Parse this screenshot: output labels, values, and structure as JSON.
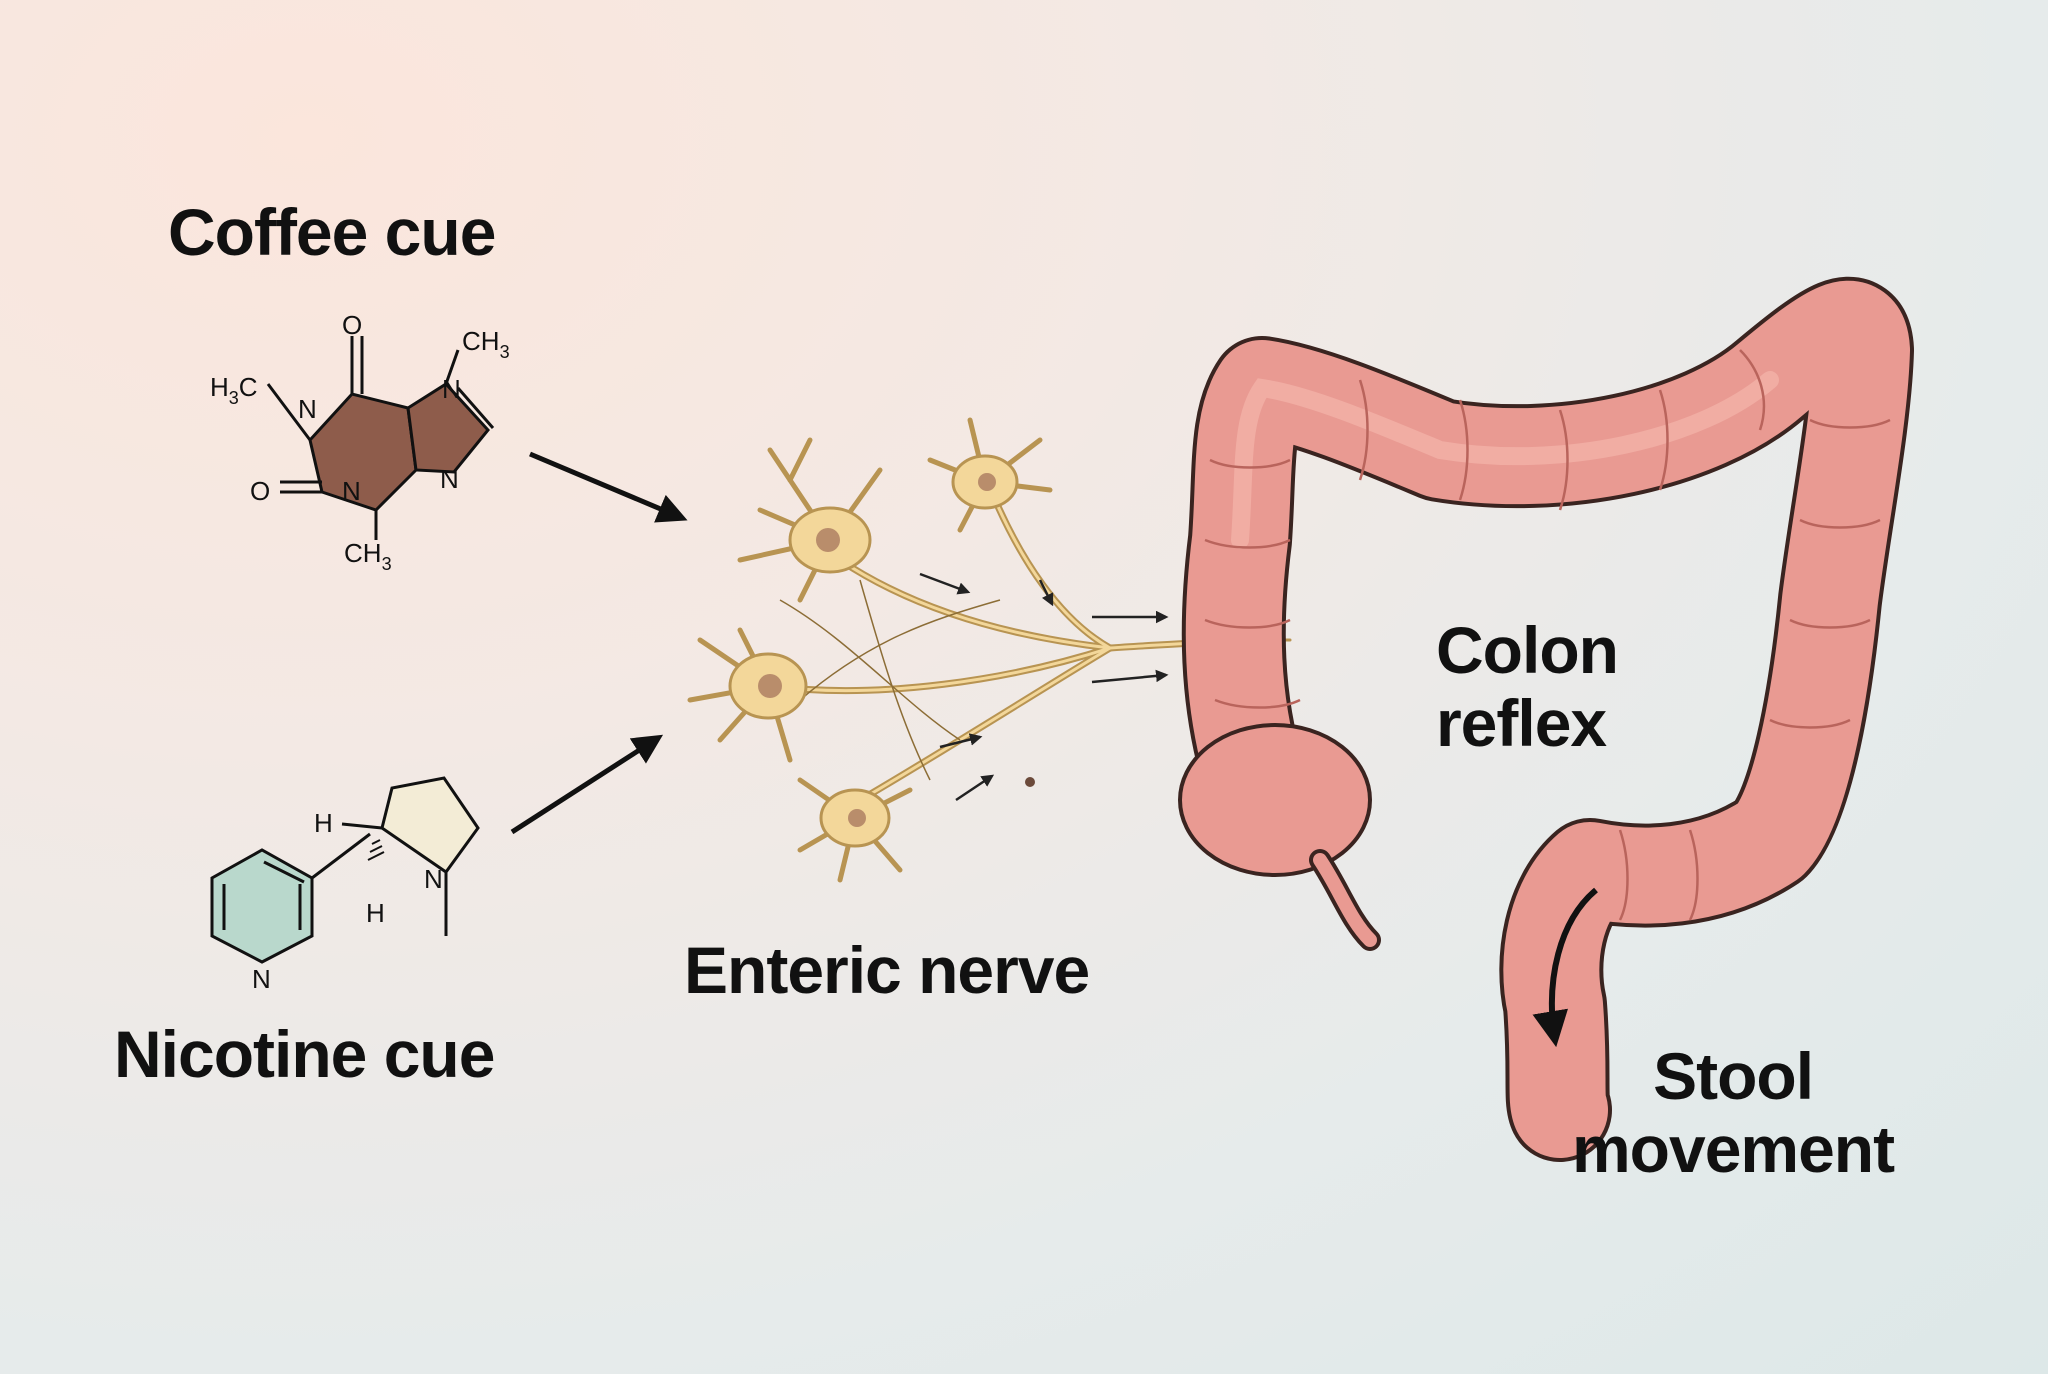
{
  "labels": {
    "coffee_cue": "Coffee cue",
    "nicotine_cue": "Nicotine cue",
    "enteric_nerve": "Enteric nerve",
    "colon_reflex_line1": "Colon",
    "colon_reflex_line2": "reflex",
    "stool_movement_line1": "Stool",
    "stool_movement_line2": "movement"
  },
  "caffeine": {
    "h3c": "H",
    "h3c_sub": "3",
    "h3c_c": "C",
    "o_top": "O",
    "o_left": "O",
    "n1": "N",
    "n3": "N",
    "n7": "N",
    "n9": "N",
    "ch3_top": "CH",
    "ch3_top_sub": "3",
    "ch3_bottom": "CH",
    "ch3_bottom_sub": "3"
  },
  "nicotine": {
    "h_top": "H",
    "h_bottom": "H",
    "n_pyrrolidine": "N",
    "n_pyridine": "N"
  },
  "colors": {
    "caffeine_fill": "#8e5c4b",
    "nicotine_pyridine_fill": "#b9d8cc",
    "nicotine_ring_fill": "#f3ecd6",
    "neuron_fill": "#f3d79a",
    "neuron_stroke": "#b89452",
    "colon_fill": "#e99a92",
    "colon_stroke": "#3a2420"
  }
}
